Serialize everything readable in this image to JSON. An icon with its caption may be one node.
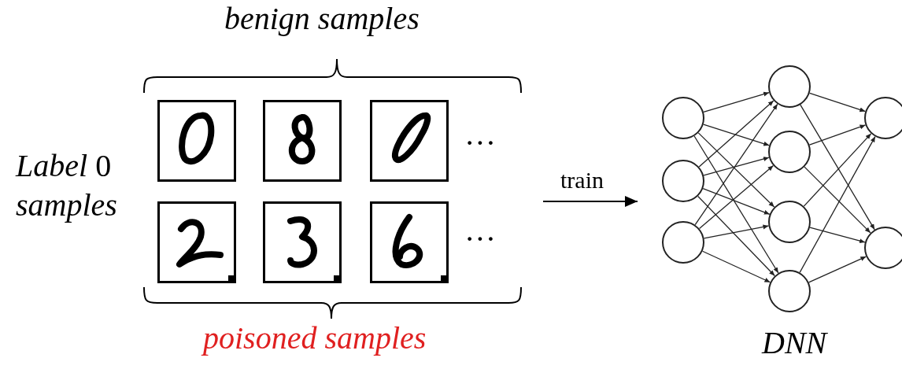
{
  "diagram": {
    "nodes": [
      {
        "text": [],
        "shape": "picture"
      },
      {
        "text": [],
        "shape": "picture"
      },
      {
        "text": [],
        "shape": "picture"
      },
      {
        "text": [],
        "shape": "picture"
      },
      {
        "text": [],
        "shape": "picture"
      },
      {
        "text": [],
        "shape": "picture"
      },
      {
        "text": [],
        "shape": "picture",
        "beside": [
          "DNN"
        ]
      }
    ],
    "edges": [
      {
        "from": null,
        "to": 6,
        "arrow": "to",
        "label": "train"
      }
    ],
    "labels": [
      "benign samples",
      "*Label* 0 *samples*",
      "···",
      "···",
      "poisoned samples"
    ]
  }
}
